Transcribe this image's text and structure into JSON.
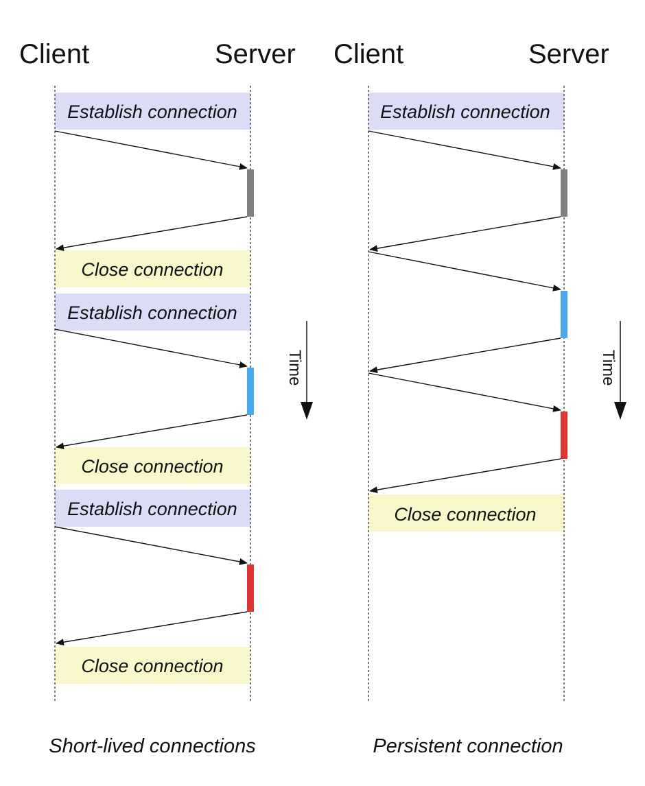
{
  "colors": {
    "establish_fill": "#dcdcf7",
    "close_fill": "#f8f8cc",
    "proc_gray": "#808080",
    "proc_blue": "#4aa8ee",
    "proc_red": "#e03535"
  },
  "short_lived": {
    "client_label": "Client",
    "server_label": "Server",
    "caption": "Short-lived connections",
    "time_label": "Time",
    "boxes": [
      {
        "kind": "establish",
        "text": "Establish connection"
      },
      {
        "kind": "close",
        "text": "Close connection"
      },
      {
        "kind": "establish",
        "text": "Establish connection"
      },
      {
        "kind": "close",
        "text": "Close connection"
      },
      {
        "kind": "establish",
        "text": "Establish connection"
      },
      {
        "kind": "close",
        "text": "Close connection"
      }
    ],
    "processing": [
      {
        "color": "gray"
      },
      {
        "color": "blue"
      },
      {
        "color": "red"
      }
    ]
  },
  "persistent": {
    "client_label": "Client",
    "server_label": "Server",
    "caption": "Persistent connection",
    "time_label": "Time",
    "boxes": [
      {
        "kind": "establish",
        "text": "Establish connection"
      },
      {
        "kind": "close",
        "text": "Close connection"
      }
    ],
    "processing": [
      {
        "color": "gray"
      },
      {
        "color": "blue"
      },
      {
        "color": "red"
      }
    ]
  }
}
